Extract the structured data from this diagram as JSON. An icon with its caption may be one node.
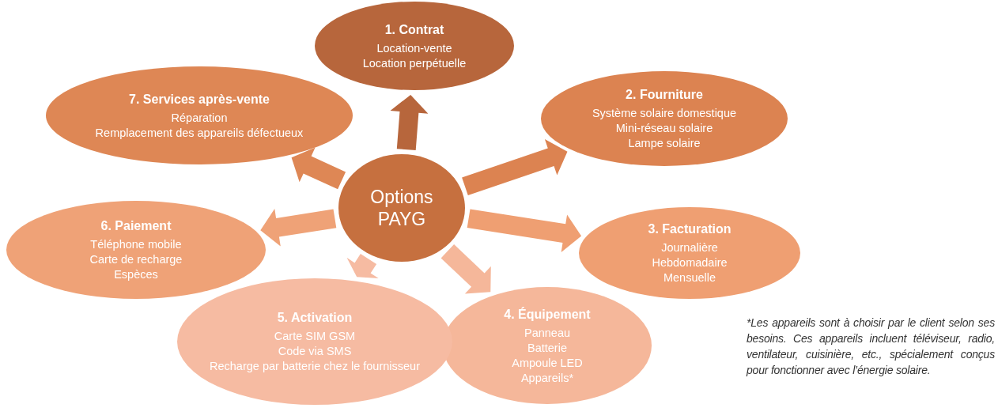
{
  "diagram": {
    "nodes": [
      {
        "text": [
          "Options PAYG"
        ]
      },
      {
        "text": [
          "1. Contrat",
          "Location-vente",
          "Location perpétuelle"
        ]
      },
      {
        "text": [
          "2. Fourniture",
          "Système solaire domestique",
          "Mini-réseau solaire",
          "Lampe solaire"
        ]
      },
      {
        "text": [
          "3. Facturation",
          "Journalière",
          "Hebdomadaire",
          "Mensuelle"
        ]
      },
      {
        "text": [
          "4. Équipement",
          "Panneau",
          "Batterie",
          "Ampoule LED",
          "Appareils*"
        ]
      },
      {
        "text": [
          "5. Activation",
          "Carte SIM GSM",
          "Code via SMS",
          "Recharge par batterie chez le fournisseur"
        ]
      },
      {
        "text": [
          "6. Paiement",
          "Téléphone mobile",
          "Carte de recharge",
          "Espèces"
        ]
      },
      {
        "text": [
          "7. Services après-vente",
          "Réparation",
          "Remplacement des appareils défectueux"
        ]
      }
    ],
    "edges": [
      {
        "from": 0,
        "to": 1,
        "arrow": "to"
      },
      {
        "from": 0,
        "to": 2,
        "arrow": "to"
      },
      {
        "from": 0,
        "to": 3,
        "arrow": "to"
      },
      {
        "from": 0,
        "to": 4,
        "arrow": "to"
      },
      {
        "from": 0,
        "to": 5,
        "arrow": "to"
      },
      {
        "from": 0,
        "to": 6,
        "arrow": "to"
      },
      {
        "from": 0,
        "to": 7,
        "arrow": "to"
      }
    ],
    "labels": [
      "*Les appareils sont à choisir par le client selon ses besoins. Ces appareils incluent téléviseur, radio, ventilateur, cuisinière, etc., spécialement conçus pour fonctionner avec l’énergie solaire."
    ]
  }
}
